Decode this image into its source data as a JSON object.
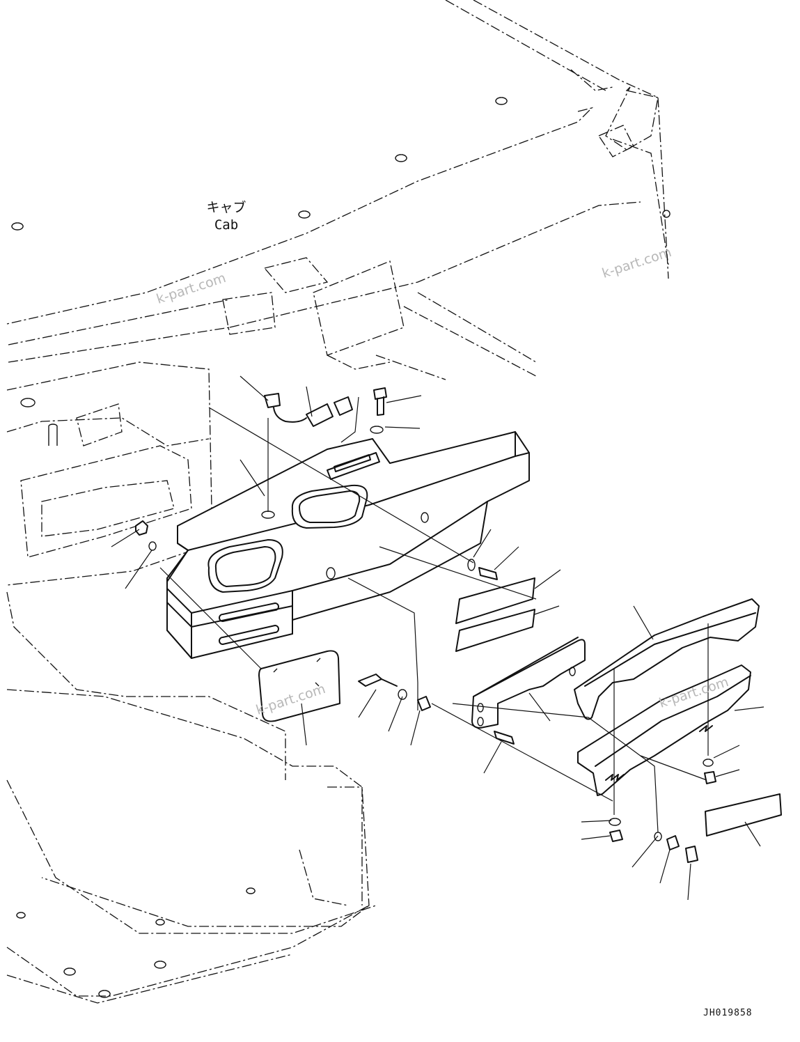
{
  "labels": {
    "cab_jp": "キャブ",
    "cab_en": "Cab"
  },
  "watermarks": [
    "k-part.com",
    "k-part.com",
    "k-part.com",
    "k-part.com"
  ],
  "drawing_code": "JH019858"
}
